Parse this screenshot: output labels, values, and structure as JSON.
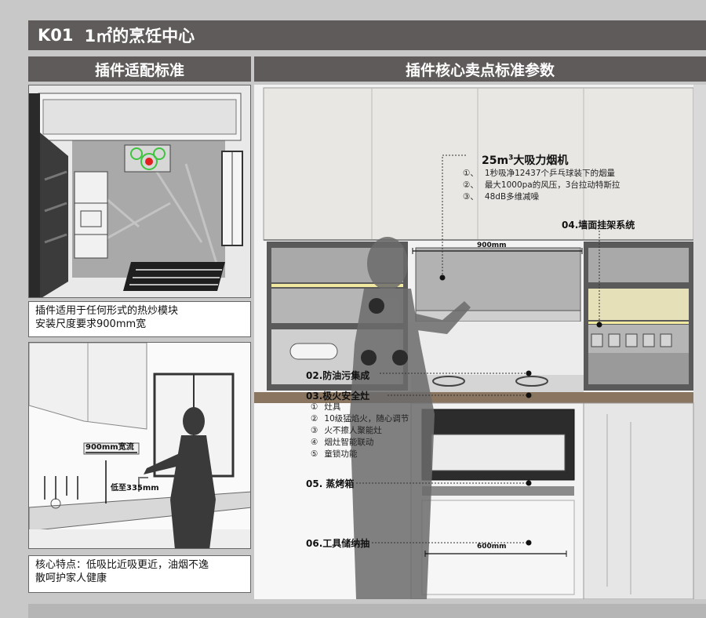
{
  "header": {
    "code": "K01",
    "title": "1㎡的烹饪中心"
  },
  "left_section": {
    "title": "插件适配标准",
    "caption1": [
      "插件适用于任何形式的热炒模块",
      "安装尺度要求900mm宽"
    ],
    "dim_wide": "900mm宽流",
    "dim_low": "低至335mm",
    "caption2": [
      "核心特点：低吸比近吸更近，油烟不逸",
      "散呵护家人健康"
    ]
  },
  "right_section": {
    "title": "插件核心卖点标准参数",
    "hood": {
      "title": "25m",
      "sup": "3",
      "title_suffix": "大吸力烟机",
      "points": [
        {
          "num": "①、",
          "text": "1秒吸净12437个乒乓球装下的烟量"
        },
        {
          "num": "②、",
          "text": "最大1000pa的风压，3台拉动特斯拉"
        },
        {
          "num": "③、",
          "text": "48dB多维减噪"
        }
      ]
    },
    "wall_rack": "04.墙面挂架系统",
    "anti_oil": "02.防油污集成",
    "stove": {
      "title": "03.极火安全灶",
      "points": [
        {
          "num": "①",
          "text": "灶具"
        },
        {
          "num": "②",
          "text": "10级猛焰火，随心调节"
        },
        {
          "num": "③",
          "text": "火不擦人聚能灶"
        },
        {
          "num": "④",
          "text": "烟灶智能联动"
        },
        {
          "num": "⑤",
          "text": "童锁功能"
        }
      ]
    },
    "oven": "05. 蒸烤箱",
    "drawer": "06.工具储纳抽",
    "dim_900": "900mm",
    "dim_600": "600mm"
  },
  "colors": {
    "header_bg": "#5f5b5a",
    "page_bg": "#c8c8c8",
    "accent_red": "#e02020",
    "accent_green": "#3ec43e"
  }
}
